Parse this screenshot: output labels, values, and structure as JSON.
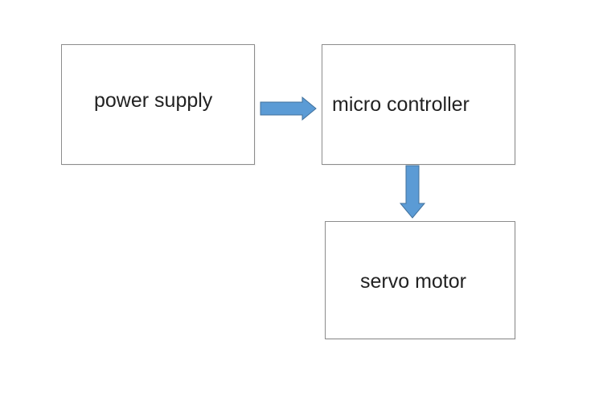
{
  "diagram": {
    "blocks": [
      {
        "id": "power",
        "label": "power supply"
      },
      {
        "id": "mcu",
        "label": "micro controller"
      },
      {
        "id": "servo",
        "label": "servo motor"
      }
    ],
    "connections": [
      {
        "from": "power supply",
        "to": "micro controller"
      },
      {
        "from": "micro controller",
        "to": "servo motor"
      }
    ],
    "colors": {
      "arrow_fill": "#5b9bd5",
      "arrow_stroke": "#41719c",
      "block_border": "#8c8c8c"
    }
  }
}
